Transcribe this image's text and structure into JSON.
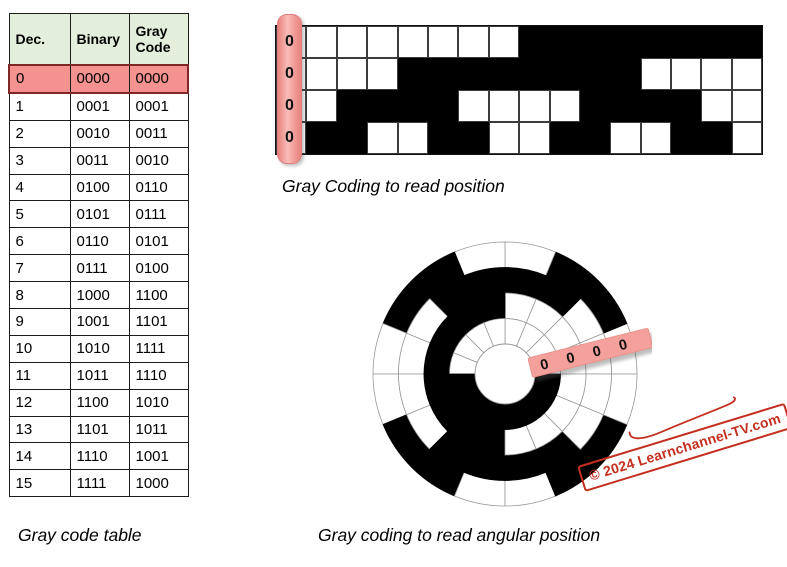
{
  "colors": {
    "header_green": "#e4efdb",
    "highlight_pink": "#f3928e",
    "highlight_border": "#7e2726",
    "head_pink": "#f4a09c",
    "stamp_red": "#c4301f",
    "cell_black": "#000000",
    "grid_gray": "#999999"
  },
  "table": {
    "headers": [
      "Dec.",
      "Binary",
      "Gray Code"
    ],
    "rows": [
      [
        "0",
        "0000",
        "0000"
      ],
      [
        "1",
        "0001",
        "0001"
      ],
      [
        "2",
        "0010",
        "0011"
      ],
      [
        "3",
        "0011",
        "0010"
      ],
      [
        "4",
        "0100",
        "0110"
      ],
      [
        "5",
        "0101",
        "0111"
      ],
      [
        "6",
        "0110",
        "0101"
      ],
      [
        "7",
        "0111",
        "0100"
      ],
      [
        "8",
        "1000",
        "1100"
      ],
      [
        "9",
        "1001",
        "1101"
      ],
      [
        "10",
        "1010",
        "1111"
      ],
      [
        "11",
        "1011",
        "1110"
      ],
      [
        "12",
        "1100",
        "1010"
      ],
      [
        "13",
        "1101",
        "1011"
      ],
      [
        "14",
        "1110",
        "1001"
      ],
      [
        "15",
        "1111",
        "1000"
      ]
    ],
    "highlighted_row": 0,
    "caption": "Gray code table"
  },
  "linear_encoder": {
    "caption": "Gray Coding to read position",
    "columns": 16,
    "rows_top_to_bottom": [
      {
        "bit": 3,
        "pattern": "0000000011111111"
      },
      {
        "bit": 2,
        "pattern": "0000111111110000"
      },
      {
        "bit": 1,
        "pattern": "0011110000111100"
      },
      {
        "bit": 0,
        "pattern": "0110011001100110"
      }
    ],
    "head_position": 0,
    "head_readout": [
      "0",
      "0",
      "0",
      "0"
    ]
  },
  "rotary_encoder": {
    "caption": "Gray coding to read angular position",
    "sectors": 16,
    "sector_direction": "counterclockwise",
    "rings_outer_to_inner": [
      {
        "bit": 0,
        "pattern": "0110011001100110"
      },
      {
        "bit": 1,
        "pattern": "0011110000111100"
      },
      {
        "bit": 2,
        "pattern": "0000111111110000"
      },
      {
        "bit": 3,
        "pattern": "0000000011111111"
      }
    ],
    "head_angle_deg": 14,
    "head_readout": [
      "0",
      "0",
      "0",
      "0"
    ]
  },
  "watermark": {
    "text": "© 2024 Learnchannel-TV.com"
  }
}
